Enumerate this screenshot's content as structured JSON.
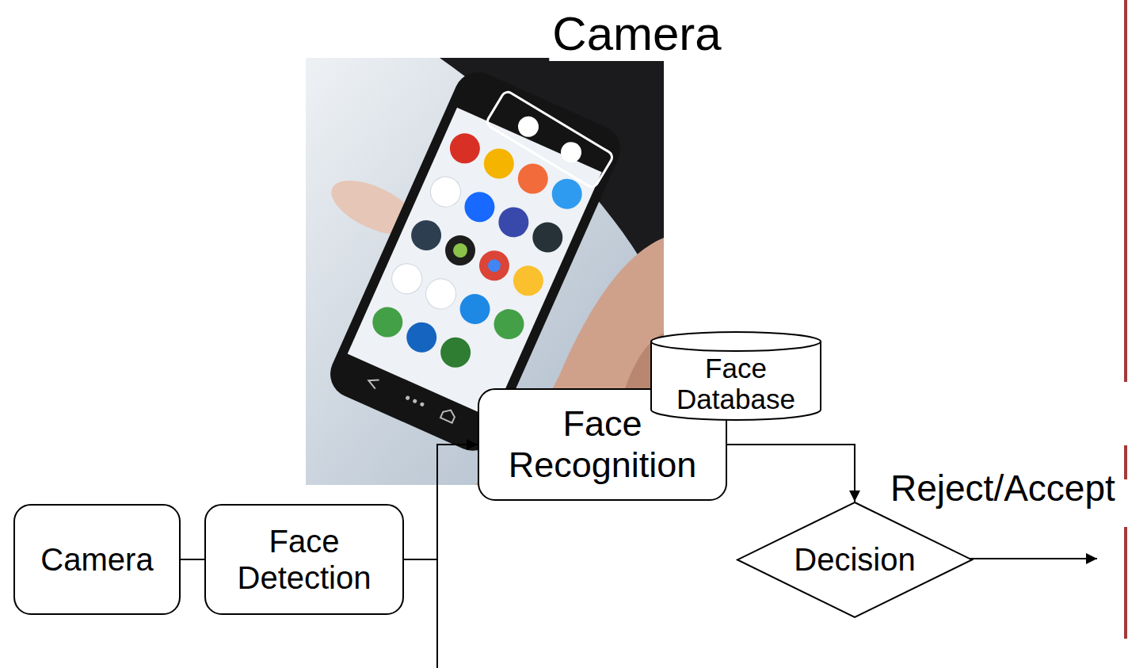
{
  "diagram": {
    "nodes": [
      {
        "text": [
          "Camera"
        ]
      },
      {
        "text": [
          "Face Detection"
        ]
      },
      {
        "text": [
          "Face Recognition"
        ]
      },
      {
        "text": [
          "Face Database"
        ]
      },
      {
        "text": [
          "Decision"
        ]
      }
    ],
    "edges": [
      {
        "from": 0,
        "to": 1,
        "arrow": "none"
      },
      {
        "from": 1,
        "to": 2,
        "arrow": "to"
      },
      {
        "from": 2,
        "to": 4,
        "arrow": "to"
      }
    ],
    "labels": [
      "Camera",
      "Reject/Accept"
    ]
  }
}
